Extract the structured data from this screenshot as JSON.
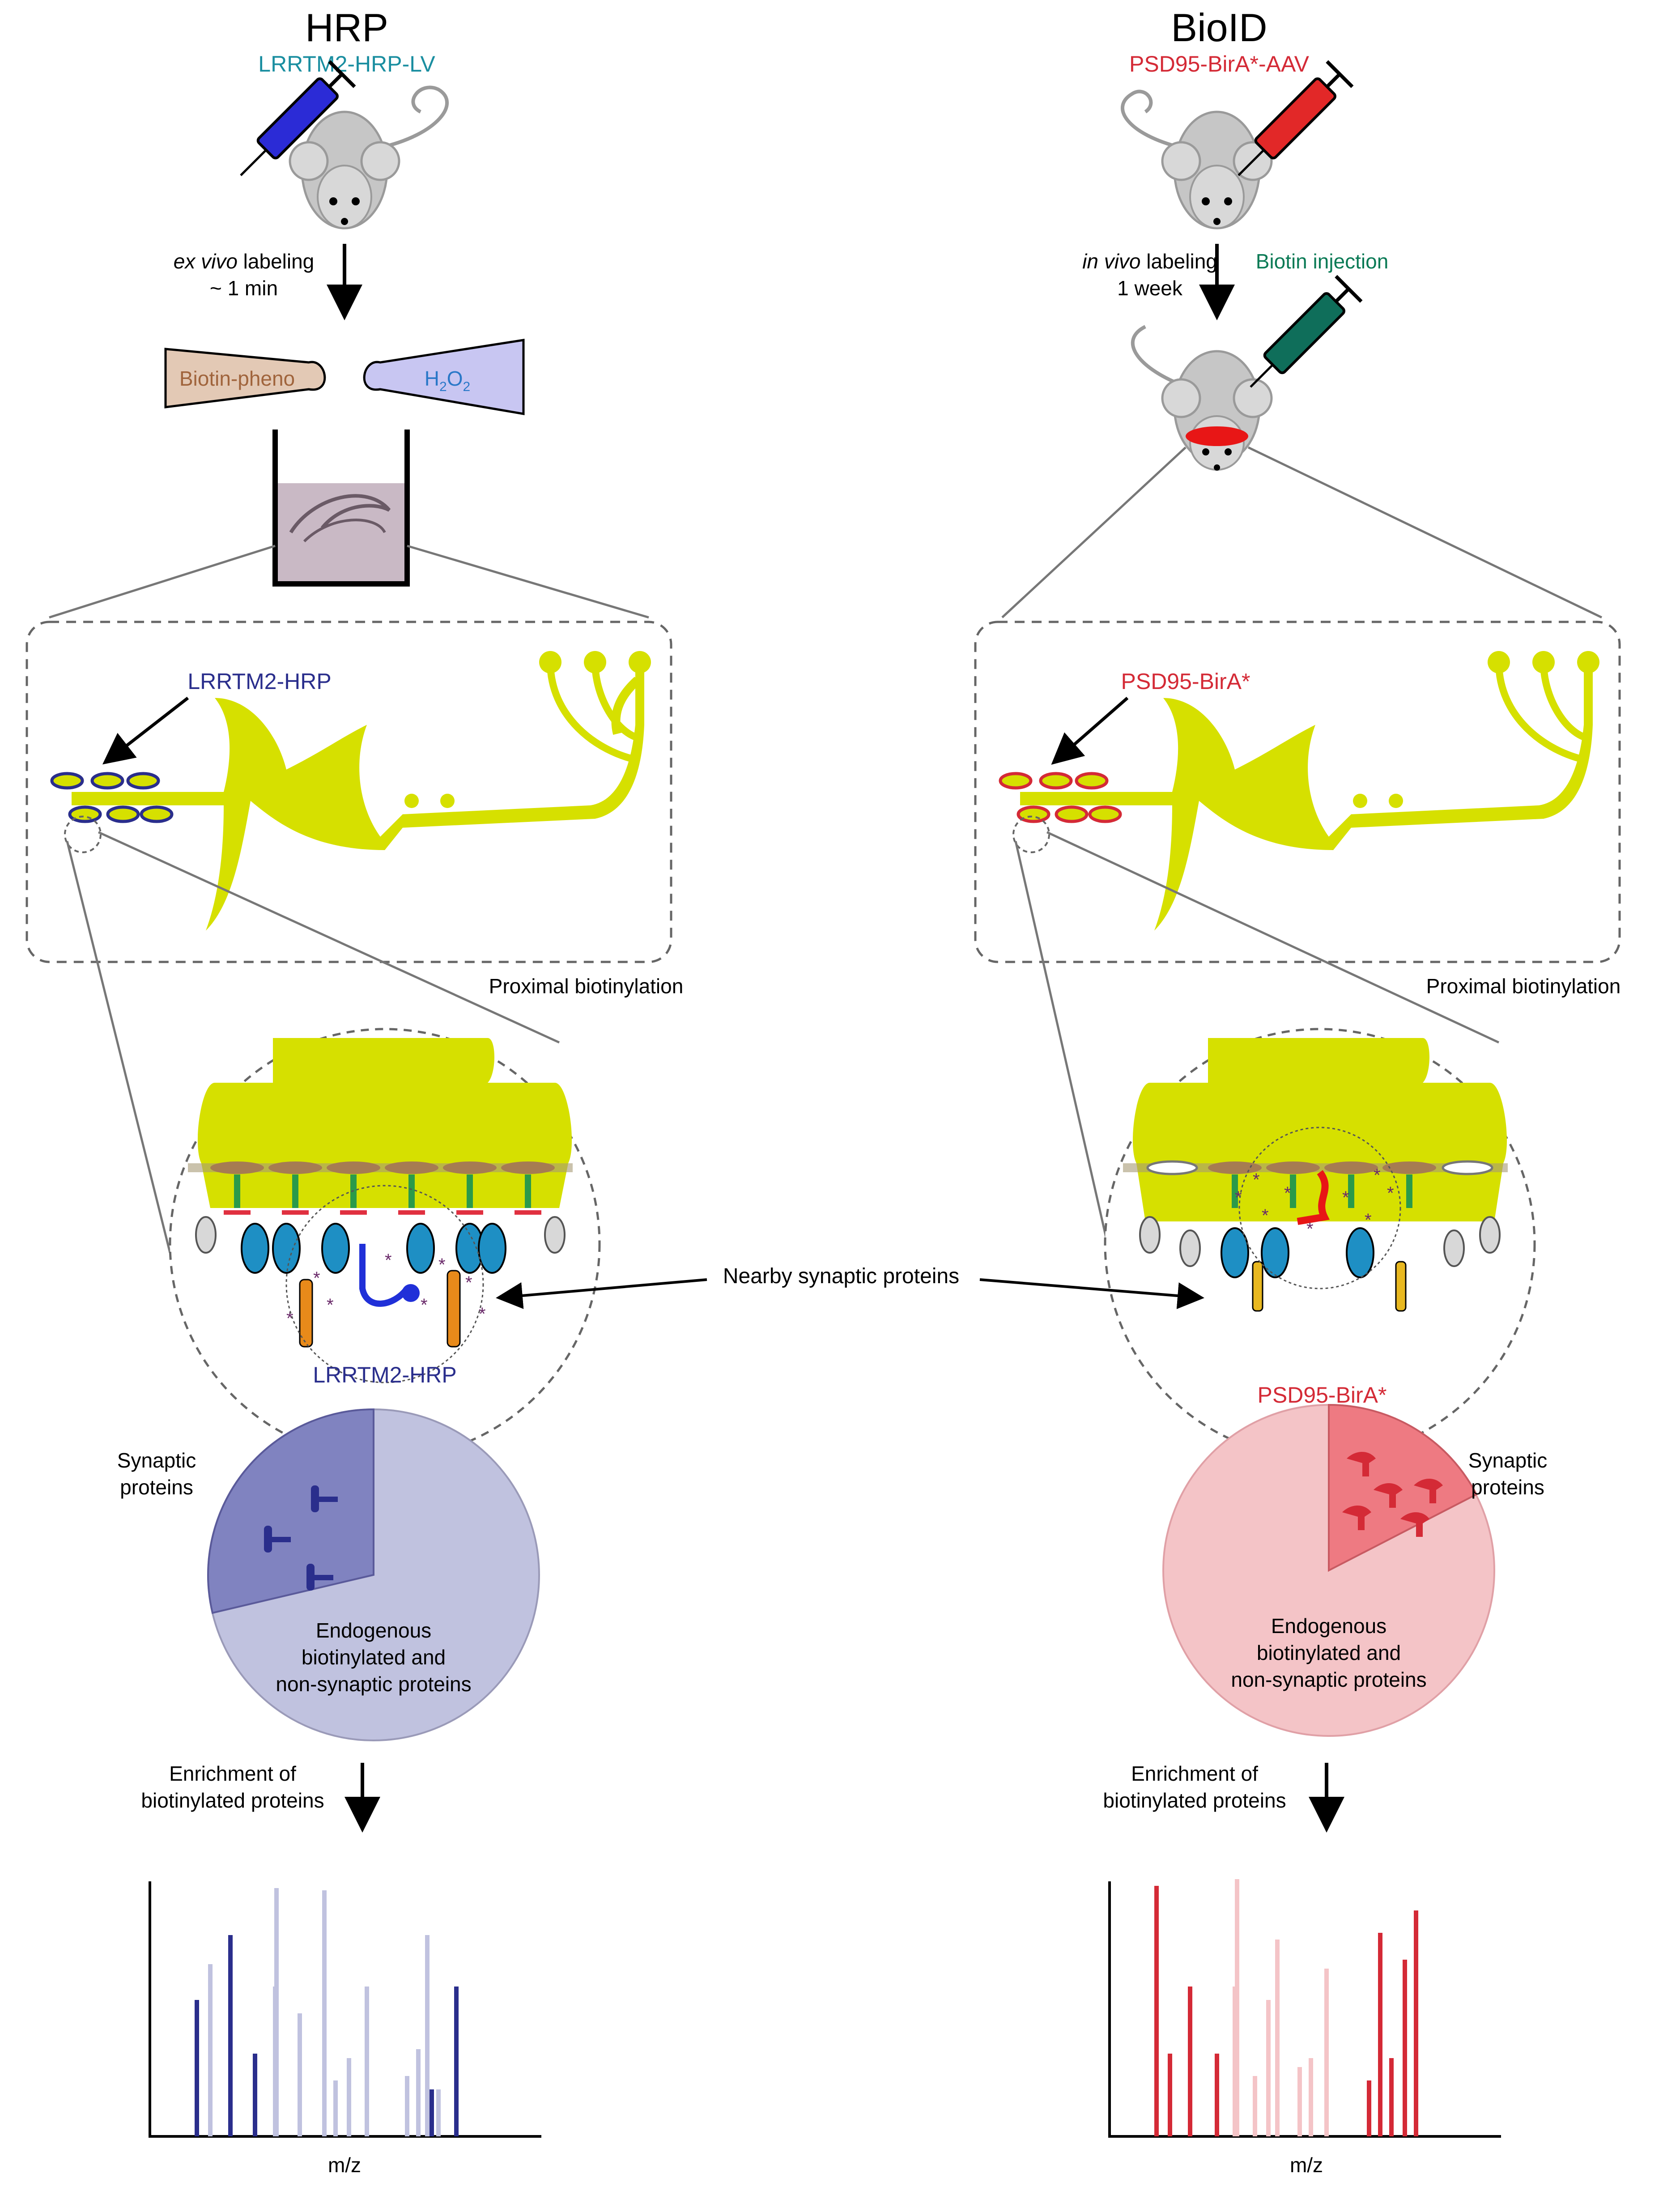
{
  "left": {
    "title": "HRP",
    "construct": "LRRTM2-HRP-LV",
    "labeling_prefix_italic": "ex vivo",
    "labeling_suffix": " labeling",
    "labeling_time": "~ 1 min",
    "reagent1": "Biotin-pheno",
    "reagent2_base": "H",
    "reagent2_sub1": "2",
    "reagent2_mid": "O",
    "reagent2_sub2": "2",
    "probe_label": "LRRTM2-HRP",
    "proximal": "Proximal biotinylation",
    "zoom_probe_label": "LRRTM2-HRP",
    "pie_synaptic_l1": "Synaptic",
    "pie_synaptic_l2": "proteins",
    "pie_other_l1": "Endogenous",
    "pie_other_l2": "biotinylated and",
    "pie_other_l3": "non-synaptic proteins",
    "enrichment_l1": "Enrichment of",
    "enrichment_l2": "biotinylated proteins",
    "xlabel": "m/z"
  },
  "right": {
    "title": "BioID",
    "construct": "PSD95-BirA*-AAV",
    "labeling_prefix_italic": "in vivo",
    "labeling_suffix": " labeling",
    "labeling_time": "1 week",
    "biotin_injection": "Biotin injection",
    "probe_label": "PSD95-BirA*",
    "proximal": "Proximal biotinylation",
    "zoom_probe_label": "PSD95-BirA*",
    "pie_synaptic_l1": "Synaptic",
    "pie_synaptic_l2": "proteins",
    "pie_other_l1": "Endogenous",
    "pie_other_l2": "biotinylated and",
    "pie_other_l3": "non-synaptic proteins",
    "enrichment_l1": "Enrichment of",
    "enrichment_l2": "biotinylated proteins",
    "xlabel": "m/z"
  },
  "center_label": "Nearby synaptic proteins",
  "colors": {
    "hrp_blue": "#2a2e8c",
    "hrp_light": "#c0c2df",
    "bioid_red": "#d42a36",
    "bioid_light": "#f4c4c7",
    "neuron_yellow": "#d6e000",
    "teal_text": "#1a8ea0",
    "green_text": "#0a7a55"
  }
}
